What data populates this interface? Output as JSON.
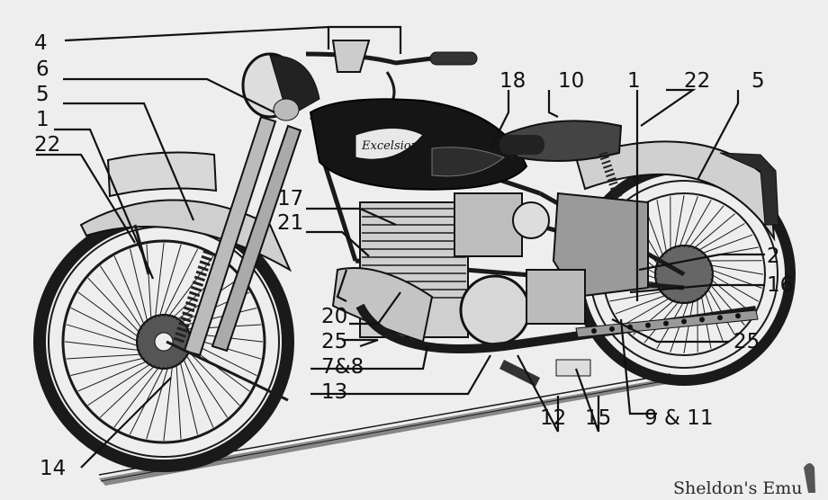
{
  "callouts": {
    "c4": "4",
    "c6": "6",
    "c5_left": "5",
    "c1_left": "1",
    "c22_left": "22",
    "c18": "18",
    "c10": "10",
    "c1_right": "1",
    "c22_right": "22",
    "c5_right": "5",
    "c17": "17",
    "c21": "21",
    "c2": "2",
    "c16": "16",
    "c20": "20",
    "c25_left": "25",
    "c25_right": "25",
    "c7_8": "7&8",
    "c13": "13",
    "c12": "12",
    "c15": "15",
    "c9_11": "9 & 11",
    "c14": "14"
  },
  "tank_badge": "Excelsior",
  "watermark": "Sheldon's Emu",
  "colors": {
    "paper": "#eeeeee",
    "ink": "#1a1a1a",
    "tank": "#151515"
  }
}
